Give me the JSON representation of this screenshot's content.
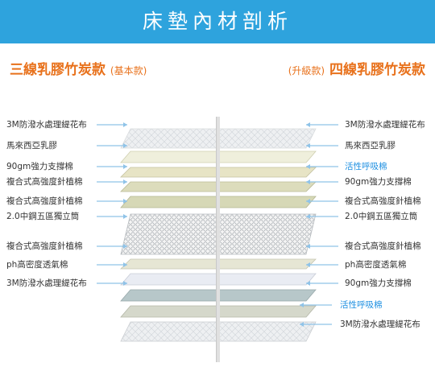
{
  "banner": {
    "title": "床墊內材剖析",
    "color": "#2ea3dd"
  },
  "left_heading": {
    "title": "三線乳膠竹炭款",
    "sub": "(基本款)"
  },
  "right_heading": {
    "title": "四線乳膠竹炭款",
    "sub": "(升級款)"
  },
  "left_labels": [
    "3M防潑水處理緹花布",
    "馬來西亞乳膠",
    "90gm強力支撐棉",
    "複合式高強度針植棉",
    "複合式高強度針植棉",
    "2.0中鋼五區獨立筒",
    "複合式高強度針植棉",
    "ph高密度透氣棉",
    "3M防潑水處理緹花布"
  ],
  "right_labels": [
    {
      "text": "3M防潑水處理緹花布",
      "accent": false
    },
    {
      "text": "馬來西亞乳膠",
      "accent": false
    },
    {
      "text": "活性呼吸棉",
      "accent": true
    },
    {
      "text": "90gm強力支撐棉",
      "accent": false
    },
    {
      "text": "複合式高強度針植棉",
      "accent": false
    },
    {
      "text": "2.0中鋼五區獨立筒",
      "accent": false
    },
    {
      "text": "複合式高強度針植棉",
      "accent": false
    },
    {
      "text": "ph高密度透氣棉",
      "accent": false
    },
    {
      "text": "90gm強力支撐棉",
      "accent": false
    },
    {
      "text": "活性呼吸棉",
      "accent": true
    },
    {
      "text": "3M防潑水處理緹花布",
      "accent": false
    }
  ],
  "colors": {
    "heading": "#e8711b",
    "accent_label": "#1d8fe1",
    "arrow": "#8fc3e8"
  }
}
